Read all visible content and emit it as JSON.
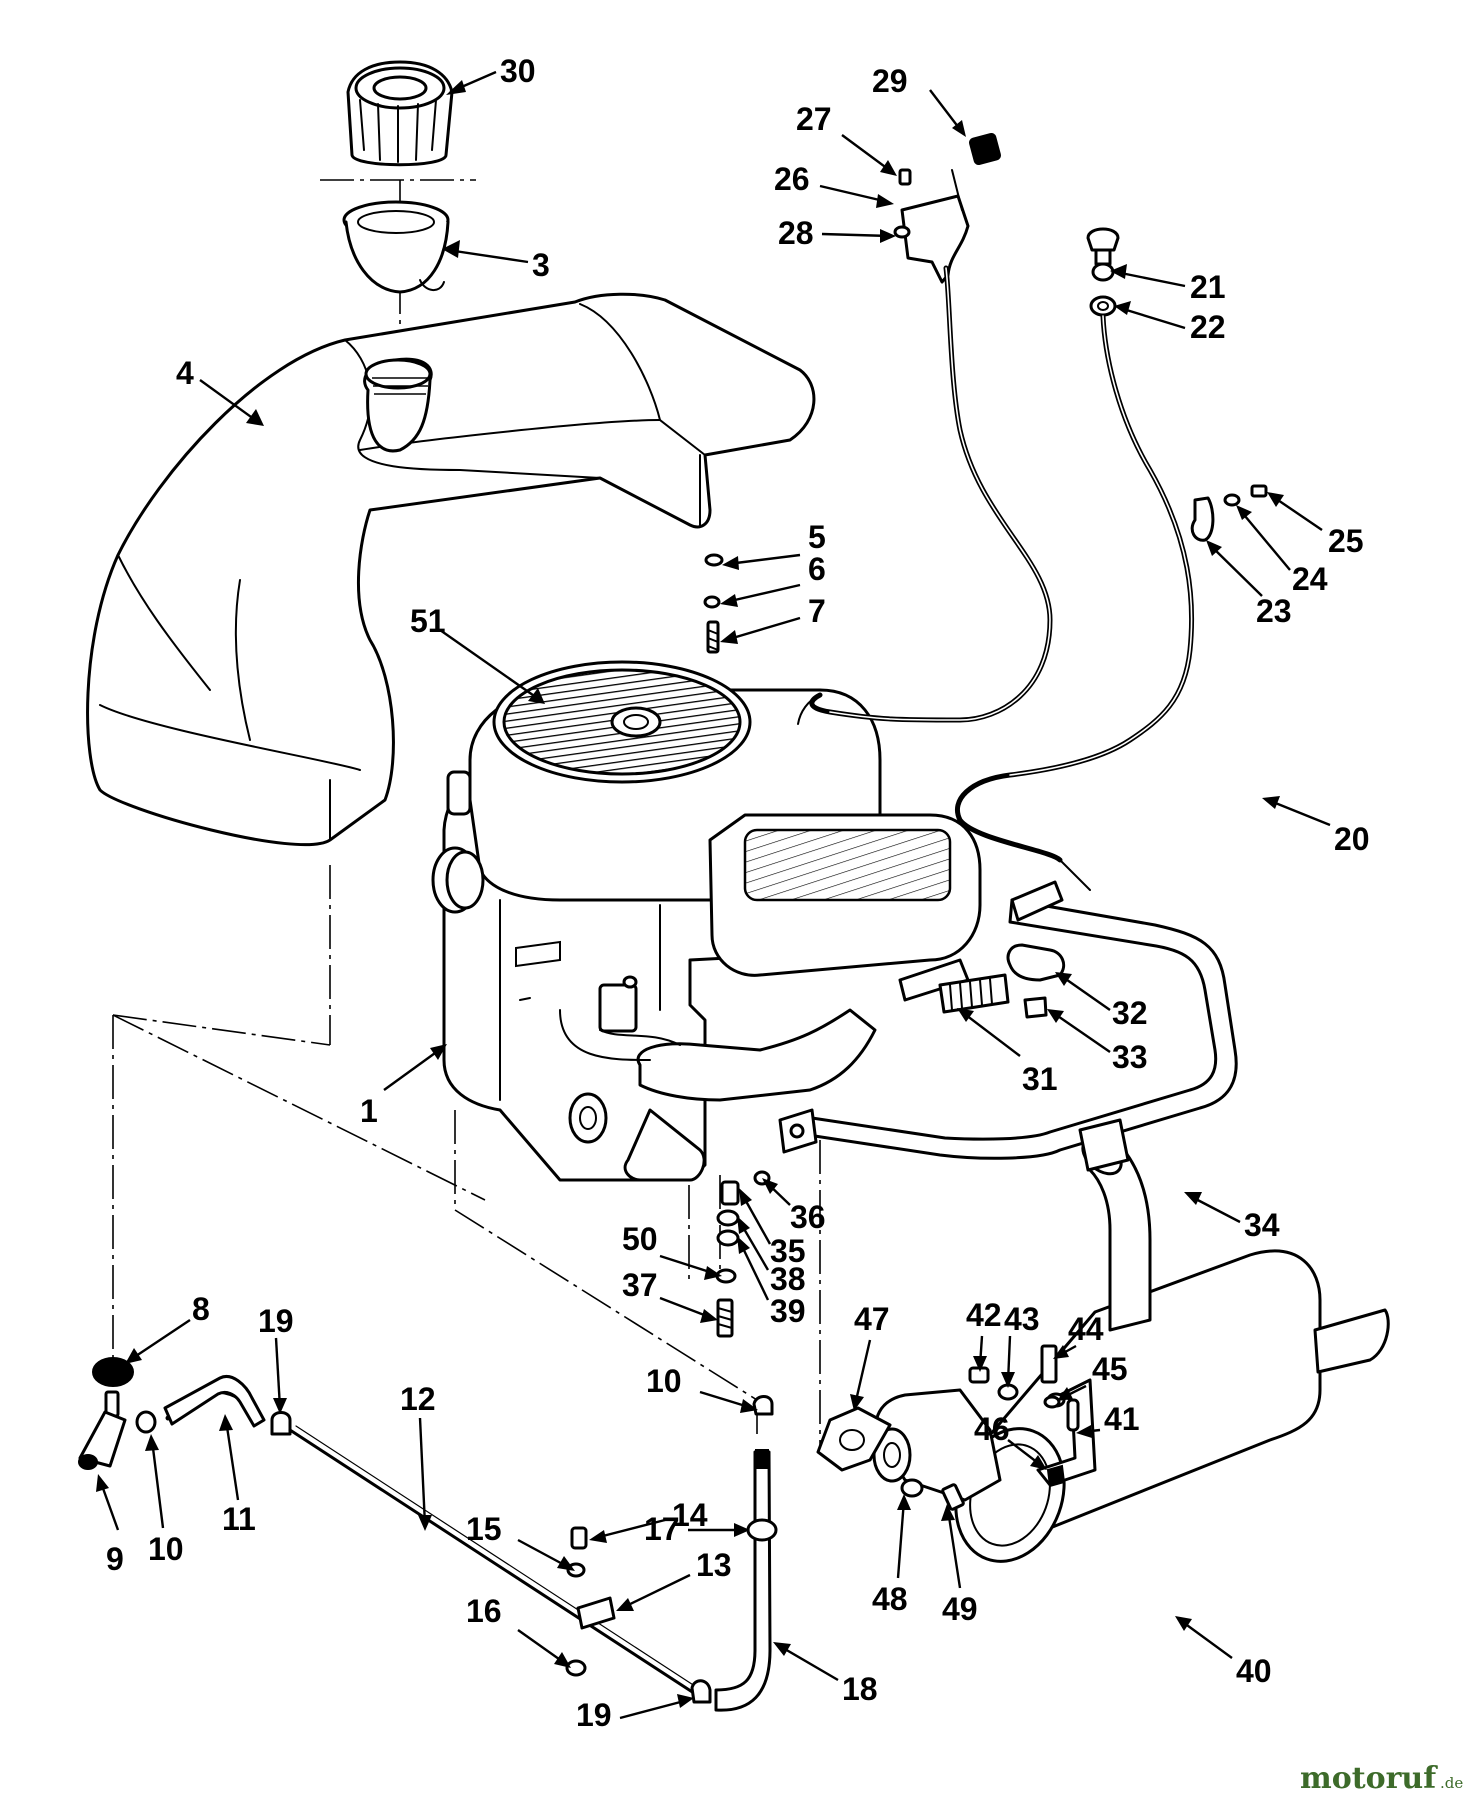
{
  "diagram": {
    "callouts": [
      {
        "id": "c1",
        "label": "1"
      },
      {
        "id": "c3",
        "label": "3"
      },
      {
        "id": "c4",
        "label": "4"
      },
      {
        "id": "c5",
        "label": "5"
      },
      {
        "id": "c6",
        "label": "6"
      },
      {
        "id": "c7",
        "label": "7"
      },
      {
        "id": "c8",
        "label": "8"
      },
      {
        "id": "c9",
        "label": "9"
      },
      {
        "id": "c10a",
        "label": "10"
      },
      {
        "id": "c10b",
        "label": "10"
      },
      {
        "id": "c11",
        "label": "11"
      },
      {
        "id": "c12",
        "label": "12"
      },
      {
        "id": "c13",
        "label": "13"
      },
      {
        "id": "c14",
        "label": "14"
      },
      {
        "id": "c15",
        "label": "15"
      },
      {
        "id": "c16",
        "label": "16"
      },
      {
        "id": "c17",
        "label": "17"
      },
      {
        "id": "c18",
        "label": "18"
      },
      {
        "id": "c19a",
        "label": "19"
      },
      {
        "id": "c19b",
        "label": "19"
      },
      {
        "id": "c20",
        "label": "20"
      },
      {
        "id": "c21",
        "label": "21"
      },
      {
        "id": "c22",
        "label": "22"
      },
      {
        "id": "c23",
        "label": "23"
      },
      {
        "id": "c24",
        "label": "24"
      },
      {
        "id": "c25",
        "label": "25"
      },
      {
        "id": "c26",
        "label": "26"
      },
      {
        "id": "c27",
        "label": "27"
      },
      {
        "id": "c28",
        "label": "28"
      },
      {
        "id": "c29",
        "label": "29"
      },
      {
        "id": "c30",
        "label": "30"
      },
      {
        "id": "c31",
        "label": "31"
      },
      {
        "id": "c32",
        "label": "32"
      },
      {
        "id": "c33",
        "label": "33"
      },
      {
        "id": "c34",
        "label": "34"
      },
      {
        "id": "c35",
        "label": "35"
      },
      {
        "id": "c36",
        "label": "36"
      },
      {
        "id": "c37",
        "label": "37"
      },
      {
        "id": "c38",
        "label": "38"
      },
      {
        "id": "c39",
        "label": "39"
      },
      {
        "id": "c40",
        "label": "40"
      },
      {
        "id": "c41",
        "label": "41"
      },
      {
        "id": "c42",
        "label": "42"
      },
      {
        "id": "c43",
        "label": "43"
      },
      {
        "id": "c44",
        "label": "44"
      },
      {
        "id": "c45",
        "label": "45"
      },
      {
        "id": "c46",
        "label": "46"
      },
      {
        "id": "c47",
        "label": "47"
      },
      {
        "id": "c48",
        "label": "48"
      },
      {
        "id": "c49",
        "label": "49"
      },
      {
        "id": "c50",
        "label": "50"
      },
      {
        "id": "c51",
        "label": "51"
      }
    ]
  },
  "watermark": {
    "text": "motoruf",
    "suffix": ".de"
  }
}
